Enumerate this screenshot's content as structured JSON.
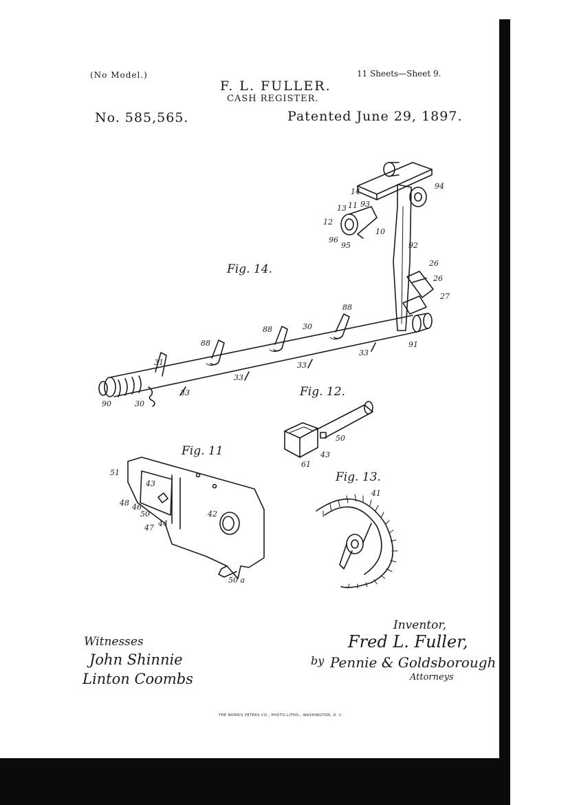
{
  "header": {
    "no_model": "(No Model.)",
    "sheets": "11 Sheets—Sheet 9.",
    "inventor_name": "F. L. FULLER.",
    "title": "CASH REGISTER.",
    "patent_number": "No. 585,565.",
    "patent_date": "Patented June 29, 1897."
  },
  "figures": {
    "fig14": "Fig. 14.",
    "fig12": "Fig. 12.",
    "fig11": "Fig. 11",
    "fig13": "Fig. 13."
  },
  "labels": {
    "n94": "94",
    "n14": "14",
    "n13": "13",
    "n11": "11",
    "n93": "93",
    "n12": "12",
    "n10": "10",
    "n96": "96",
    "n95": "95",
    "n92": "92",
    "n26a": "26",
    "n26b": "26",
    "n27": "27",
    "n88a": "88",
    "n88b": "88",
    "n88c": "88",
    "n30a": "30",
    "n91": "91",
    "n33a": "33",
    "n33b": "33",
    "n33c": "33",
    "n33d": "33",
    "n31": "31",
    "n90": "90",
    "n30b": "30",
    "n50": "50",
    "n43a": "43",
    "n61": "61",
    "n51": "51",
    "n43b": "43",
    "n48": "48",
    "n46": "46",
    "n50b": "50",
    "n47": "47",
    "n44": "44",
    "n42": "42",
    "n50a": "50 a",
    "n41": "41"
  },
  "signatures": {
    "witnesses_label": "Witnesses",
    "witness_1": "John Shinnie",
    "witness_2": "Linton Coombs",
    "inventor_label": "Inventor,",
    "inventor_signature": "Fred L. Fuller,",
    "by": "by",
    "attorney_signature": "Pennie & Goldsborough",
    "attorneys_label": "Attorneys"
  },
  "footer": {
    "printer": "THE NORRIS PETERS CO., PHOTO-LITHO., WASHINGTON, D. C."
  },
  "colors": {
    "ink": "#1a1a1a",
    "paper": "#ffffff",
    "border": "#0b0b0b"
  }
}
